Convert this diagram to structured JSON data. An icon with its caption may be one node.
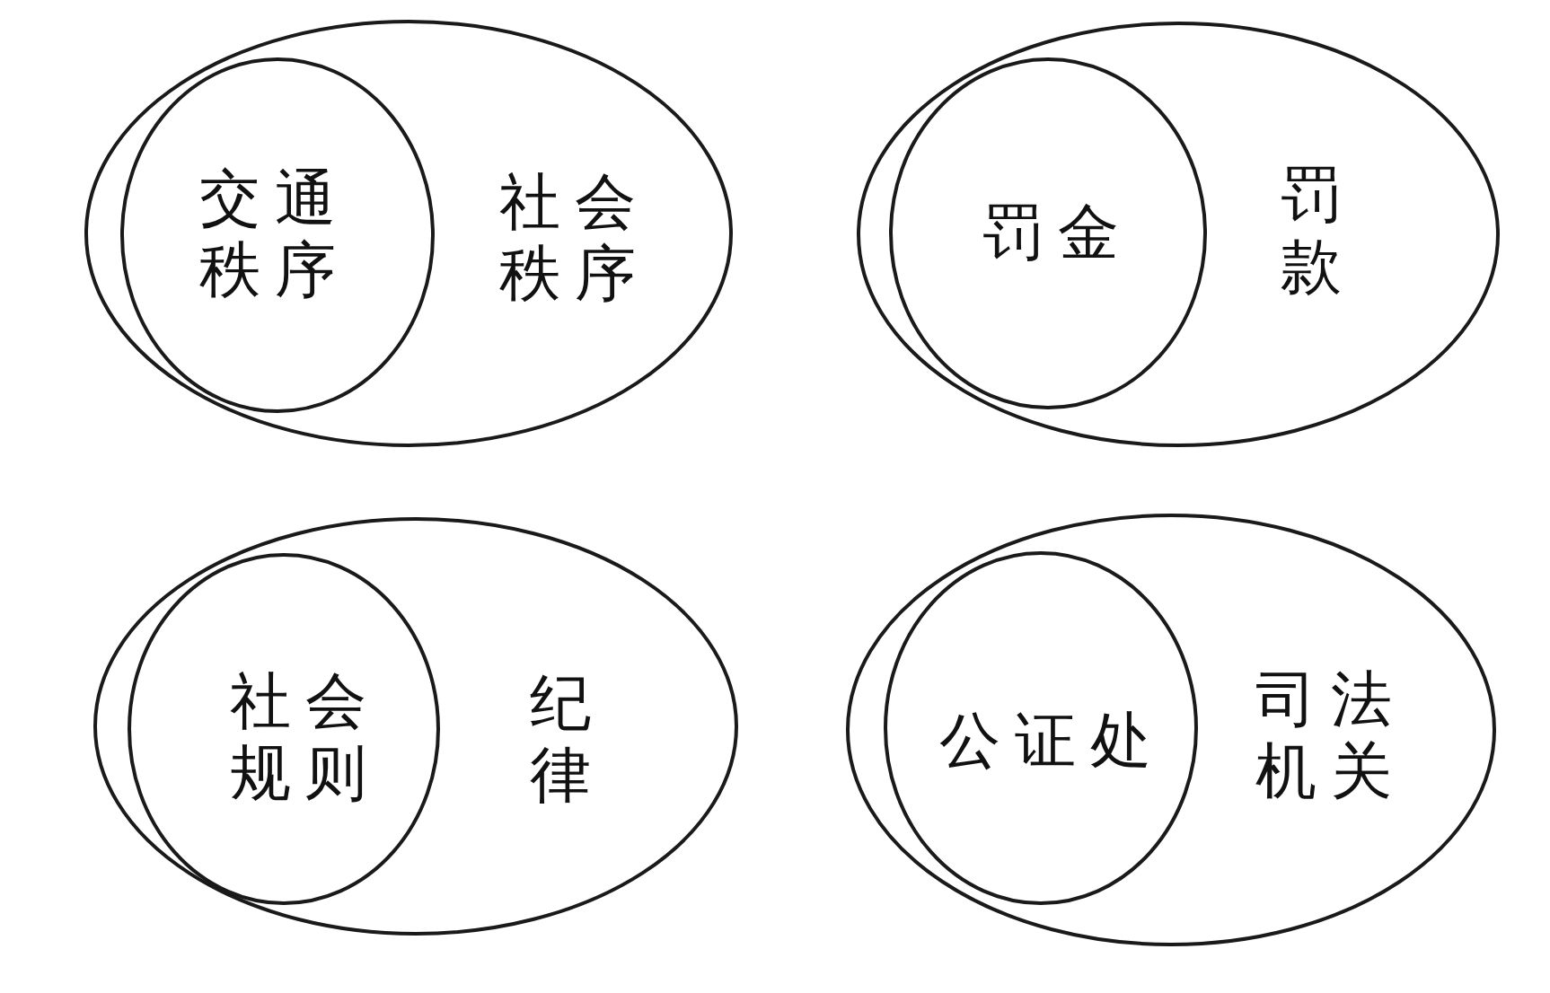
{
  "diagram": {
    "nodes": [
      {
        "text": [
          "社会秩序"
        ]
      },
      {
        "text": [
          "交通秩序"
        ],
        "in": 0
      },
      {
        "text": [
          "罚款"
        ]
      },
      {
        "text": [
          "罚金"
        ],
        "in": 2
      },
      {
        "text": [
          "纪律"
        ]
      },
      {
        "text": [
          "社会规则"
        ],
        "in": 4
      },
      {
        "text": [
          "司法机关"
        ]
      },
      {
        "text": [
          "公证处"
        ],
        "in": 6
      }
    ]
  }
}
